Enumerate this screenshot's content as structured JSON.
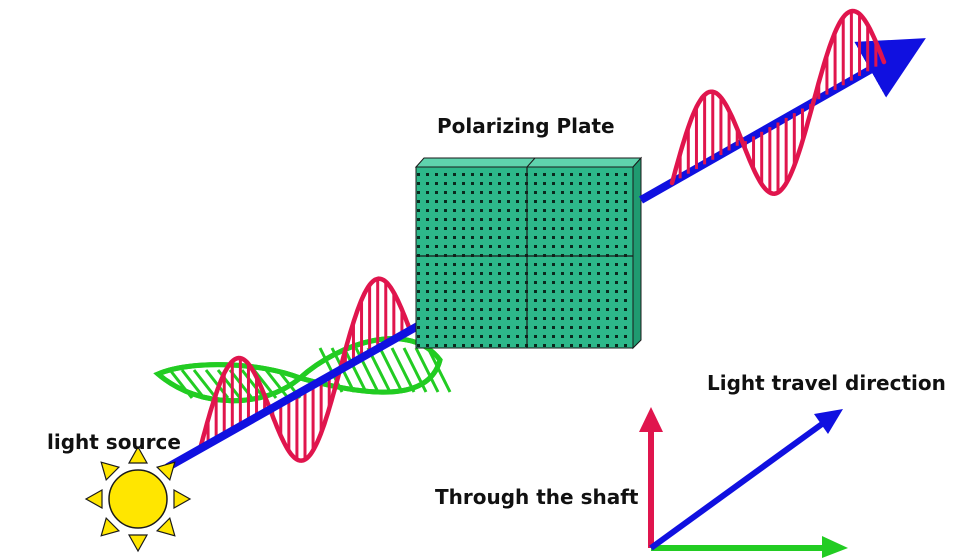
{
  "labels": {
    "polarizing_plate": "Polarizing Plate",
    "light_source": "light source",
    "light_travel_direction": "Light travel direction",
    "through_the_shaft": "Through the shaft"
  },
  "colors": {
    "beam": "#1010e0",
    "red_wave": "#e0154d",
    "green_wave": "#22cc22",
    "plate_face": "#2db88a",
    "plate_top": "#5fd3ad",
    "plate_side": "#1f9a70",
    "plate_dots": "#0a2a1e",
    "sun_body": "#ffe600",
    "sun_ray": "#ffe600",
    "outline": "#1a1a1a"
  },
  "icons": {
    "sun": "sun-icon",
    "plate": "polarizing-plate",
    "axes": "axes-diagram"
  }
}
